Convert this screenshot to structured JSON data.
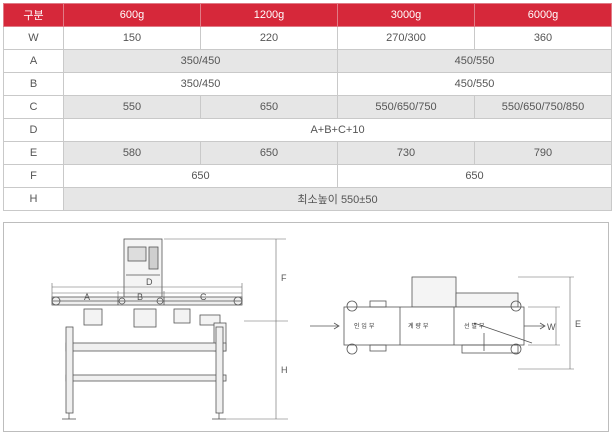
{
  "table": {
    "header": [
      "구분",
      "600g",
      "1200g",
      "3000g",
      "6000g"
    ],
    "rows": {
      "w": {
        "label": "W",
        "cells": [
          "150",
          "220",
          "270/300",
          "360"
        ]
      },
      "a": {
        "label": "A",
        "cells": [
          "350/450",
          "450/550"
        ]
      },
      "b": {
        "label": "B",
        "cells": [
          "350/450",
          "450/550"
        ]
      },
      "c": {
        "label": "C",
        "cells": [
          "550",
          "650",
          "550/650/750",
          "550/650/750/850"
        ]
      },
      "d": {
        "label": "D",
        "cells": [
          "A+B+C+10"
        ]
      },
      "e": {
        "label": "E",
        "cells": [
          "580",
          "650",
          "730",
          "790"
        ]
      },
      "f": {
        "label": "F",
        "cells": [
          "650",
          "650"
        ]
      },
      "h": {
        "label": "H",
        "cells": [
          "최소높이 550±50"
        ]
      }
    }
  },
  "drawing": {
    "side": {
      "a": "A",
      "b": "B",
      "c": "C",
      "d": "D",
      "f": "F",
      "h": "H"
    },
    "top": {
      "zone1": "인 입 부",
      "zone2": "계 량 부",
      "zone3": "선 별 부",
      "w": "W",
      "e": "E"
    }
  },
  "colors": {
    "header_bg": "#d6283a",
    "header_text": "#ffffff",
    "shade_row": "#e6e6e6"
  }
}
